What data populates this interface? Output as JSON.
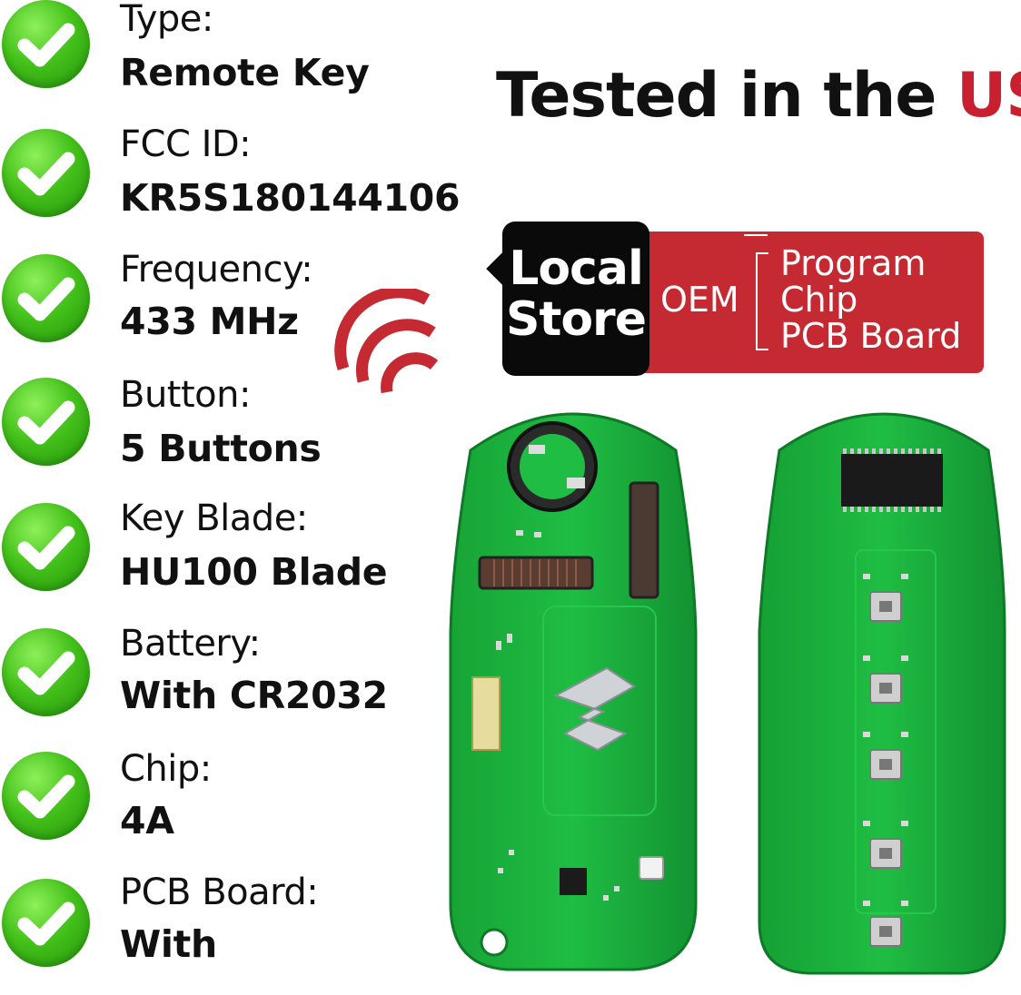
{
  "specs": [
    {
      "label": "Type:",
      "value": "Remote Key"
    },
    {
      "label": "FCC ID:",
      "value": "KR5S180144106"
    },
    {
      "label": "Frequency:",
      "value": "433 MHz"
    },
    {
      "label": "Button:",
      "value": "5 Buttons"
    },
    {
      "label": "Key Blade:",
      "value": "HU100 Blade"
    },
    {
      "label": "Battery:",
      "value": "With CR2032"
    },
    {
      "label": "Chip:",
      "value": "4A"
    },
    {
      "label": "PCB Board:",
      "value": "With"
    }
  ],
  "headline": {
    "prefix": "Tested in the ",
    "accent": "US"
  },
  "badge": {
    "line1": "Local",
    "line2": "Store",
    "oem": "OEM",
    "options": [
      "Program",
      "Chip",
      "PCB Board"
    ]
  },
  "colors": {
    "accent_red": "#c8202f",
    "badge_red": "#c52a32",
    "check_green": "#45c21b",
    "pcb_green": "#18b23a"
  },
  "icons": [
    "check-icon",
    "signal-waves-icon",
    "pcb-front-image",
    "pcb-back-image"
  ]
}
